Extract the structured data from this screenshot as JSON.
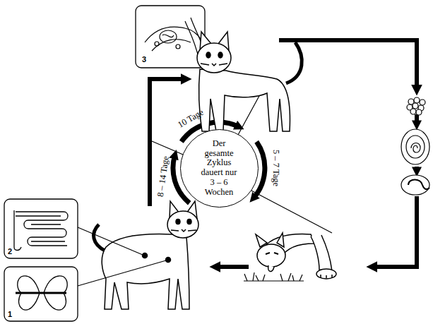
{
  "diagram": {
    "nodes": [
      {
        "text": [
          "Der gesamte Zyklus dauert nur 3 – 6 Wochen"
        ]
      }
    ],
    "labels": [
      "3",
      "10 Tage",
      "5 – 7 Tage",
      "8 – 14 Tage",
      "2",
      "1"
    ]
  }
}
